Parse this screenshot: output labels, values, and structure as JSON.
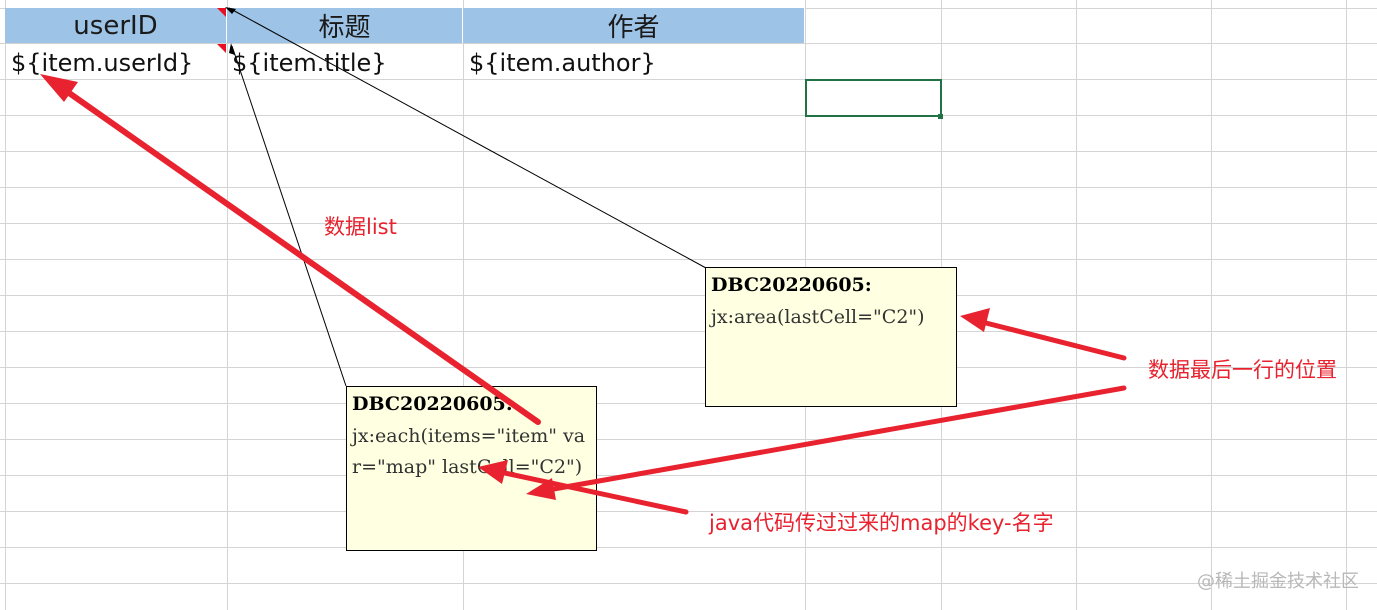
{
  "headers": [
    {
      "text": "userID"
    },
    {
      "text": "标题"
    },
    {
      "text": "作者"
    }
  ],
  "row2": [
    {
      "text": "${item.userId}"
    },
    {
      "text": "${item.title}"
    },
    {
      "text": "${item.author}"
    }
  ],
  "comments": {
    "area": {
      "author": "DBC20220605:",
      "body": "jx:area(lastCell=\"C2\")"
    },
    "each": {
      "author": "DBC20220605:",
      "body": "jx:each(items=\"item\" var=\"map\" lastCell=\"C2\")"
    }
  },
  "annotations": {
    "data_list": "数据list",
    "last_row": "数据最后一行的位置",
    "map_key": "java代码传过过来的map的key-名字"
  },
  "watermark": "@稀土掘金技术社区",
  "colors": {
    "header_fill": "#9dc3e6",
    "annotation_red": "#e8222e",
    "comment_fill": "#ffffe1",
    "selection_green": "#217346"
  }
}
